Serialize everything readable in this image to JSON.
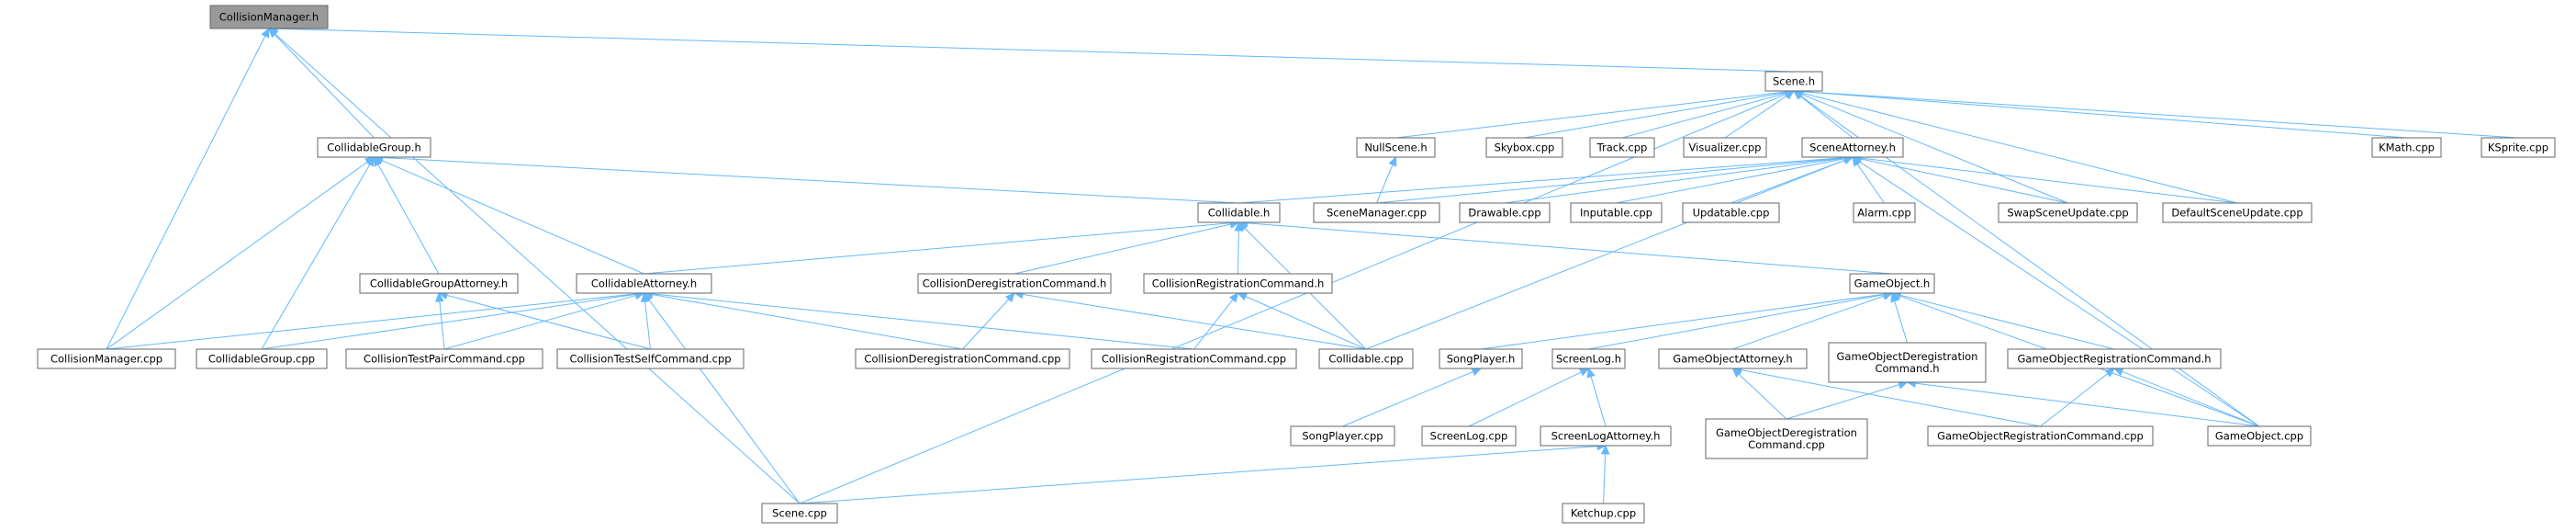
{
  "diagram": {
    "nodes": [
      {
        "id": "collision_manager_h",
        "label": [
          "CollisionManager.h"
        ],
        "root": true
      },
      {
        "id": "scene_h",
        "label": [
          "Scene.h"
        ]
      },
      {
        "id": "collidablegroup_h",
        "label": [
          "CollidableGroup.h"
        ]
      },
      {
        "id": "nullscene_h",
        "label": [
          "NullScene.h"
        ]
      },
      {
        "id": "skybox_cpp",
        "label": [
          "Skybox.cpp"
        ]
      },
      {
        "id": "track_cpp",
        "label": [
          "Track.cpp"
        ]
      },
      {
        "id": "visualizer_cpp",
        "label": [
          "Visualizer.cpp"
        ]
      },
      {
        "id": "sceneattorney_h",
        "label": [
          "SceneAttorney.h"
        ]
      },
      {
        "id": "kmath_cpp",
        "label": [
          "KMath.cpp"
        ]
      },
      {
        "id": "ksprite_cpp",
        "label": [
          "KSprite.cpp"
        ]
      },
      {
        "id": "collidable_h",
        "label": [
          "Collidable.h"
        ]
      },
      {
        "id": "scenemanager_cpp",
        "label": [
          "SceneManager.cpp"
        ]
      },
      {
        "id": "drawable_cpp",
        "label": [
          "Drawable.cpp"
        ]
      },
      {
        "id": "inputable_cpp",
        "label": [
          "Inputable.cpp"
        ]
      },
      {
        "id": "updatable_cpp",
        "label": [
          "Updatable.cpp"
        ]
      },
      {
        "id": "alarm_cpp",
        "label": [
          "Alarm.cpp"
        ]
      },
      {
        "id": "swapsceneupdate_cpp",
        "label": [
          "SwapSceneUpdate.cpp"
        ]
      },
      {
        "id": "defaultsceneupdate_cpp",
        "label": [
          "DefaultSceneUpdate.cpp"
        ]
      },
      {
        "id": "collidablegroupattorney_h",
        "label": [
          "CollidableGroupAttorney.h"
        ]
      },
      {
        "id": "collidableattorney_h",
        "label": [
          "CollidableAttorney.h"
        ]
      },
      {
        "id": "collisionderegistrationcommand_h",
        "label": [
          "CollisionDeregistrationCommand.h"
        ]
      },
      {
        "id": "collisionregistrationcommand_h",
        "label": [
          "CollisionRegistrationCommand.h"
        ]
      },
      {
        "id": "gameobject_h",
        "label": [
          "GameObject.h"
        ]
      },
      {
        "id": "collisionmanager_cpp",
        "label": [
          "CollisionManager.cpp"
        ]
      },
      {
        "id": "collidablegroup_cpp",
        "label": [
          "CollidableGroup.cpp"
        ]
      },
      {
        "id": "collisiontestpaircommand_cpp",
        "label": [
          "CollisionTestPairCommand.cpp"
        ]
      },
      {
        "id": "collisiontestselfcommand_cpp",
        "label": [
          "CollisionTestSelfCommand.cpp"
        ]
      },
      {
        "id": "collisionderegistrationcommand_cpp",
        "label": [
          "CollisionDeregistrationCommand.cpp"
        ]
      },
      {
        "id": "collisionregistrationcommand_cpp",
        "label": [
          "CollisionRegistrationCommand.cpp"
        ]
      },
      {
        "id": "collidable_cpp",
        "label": [
          "Collidable.cpp"
        ]
      },
      {
        "id": "songplayer_h",
        "label": [
          "SongPlayer.h"
        ]
      },
      {
        "id": "screenlog_h",
        "label": [
          "ScreenLog.h"
        ]
      },
      {
        "id": "gameobjectattorney_h",
        "label": [
          "GameObjectAttorney.h"
        ]
      },
      {
        "id": "gameobjectderegistrationcommand_h",
        "label": [
          "GameObjectDeregistration",
          "Command.h"
        ]
      },
      {
        "id": "gameobjectregistrationcommand_h",
        "label": [
          "GameObjectRegistrationCommand.h"
        ]
      },
      {
        "id": "songplayer_cpp",
        "label": [
          "SongPlayer.cpp"
        ]
      },
      {
        "id": "screenlog_cpp",
        "label": [
          "ScreenLog.cpp"
        ]
      },
      {
        "id": "screenlogattorney_h",
        "label": [
          "ScreenLogAttorney.h"
        ]
      },
      {
        "id": "gameobjectderegistrationcommand_cpp",
        "label": [
          "GameObjectDeregistration",
          "Command.cpp"
        ]
      },
      {
        "id": "gameobjectregistrationcommand_cpp",
        "label": [
          "GameObjectRegistrationCommand.cpp"
        ]
      },
      {
        "id": "gameobject_cpp",
        "label": [
          "GameObject.cpp"
        ]
      },
      {
        "id": "scene_cpp",
        "label": [
          "Scene.cpp"
        ]
      },
      {
        "id": "ketchup_cpp",
        "label": [
          "Ketchup.cpp"
        ]
      }
    ],
    "edges": [
      {
        "from": "scene_h",
        "to": "collision_manager_h"
      },
      {
        "from": "collidablegroup_h",
        "to": "collision_manager_h"
      },
      {
        "from": "collisionmanager_cpp",
        "to": "collision_manager_h"
      },
      {
        "from": "scene_cpp",
        "to": "collision_manager_h"
      },
      {
        "from": "nullscene_h",
        "to": "scene_h"
      },
      {
        "from": "skybox_cpp",
        "to": "scene_h"
      },
      {
        "from": "track_cpp",
        "to": "scene_h"
      },
      {
        "from": "visualizer_cpp",
        "to": "scene_h"
      },
      {
        "from": "sceneattorney_h",
        "to": "scene_h"
      },
      {
        "from": "kmath_cpp",
        "to": "scene_h"
      },
      {
        "from": "ksprite_cpp",
        "to": "scene_h"
      },
      {
        "from": "swapsceneupdate_cpp",
        "to": "scene_h"
      },
      {
        "from": "defaultsceneupdate_cpp",
        "to": "scene_h"
      },
      {
        "from": "gameobject_cpp",
        "to": "scene_h"
      },
      {
        "from": "scene_cpp",
        "to": "scene_h"
      },
      {
        "from": "collidable_h",
        "to": "collidablegroup_h"
      },
      {
        "from": "collidablegroupattorney_h",
        "to": "collidablegroup_h"
      },
      {
        "from": "collidableattorney_h",
        "to": "collidablegroup_h"
      },
      {
        "from": "collisionmanager_cpp",
        "to": "collidablegroup_h"
      },
      {
        "from": "collidablegroup_cpp",
        "to": "collidablegroup_h"
      },
      {
        "from": "scenemanager_cpp",
        "to": "nullscene_h"
      },
      {
        "from": "collidable_h",
        "to": "sceneattorney_h"
      },
      {
        "from": "scenemanager_cpp",
        "to": "sceneattorney_h"
      },
      {
        "from": "drawable_cpp",
        "to": "sceneattorney_h"
      },
      {
        "from": "inputable_cpp",
        "to": "sceneattorney_h"
      },
      {
        "from": "updatable_cpp",
        "to": "sceneattorney_h"
      },
      {
        "from": "alarm_cpp",
        "to": "sceneattorney_h"
      },
      {
        "from": "swapsceneupdate_cpp",
        "to": "sceneattorney_h"
      },
      {
        "from": "defaultsceneupdate_cpp",
        "to": "sceneattorney_h"
      },
      {
        "from": "collidable_cpp",
        "to": "sceneattorney_h"
      },
      {
        "from": "gameobject_cpp",
        "to": "sceneattorney_h"
      },
      {
        "from": "collidableattorney_h",
        "to": "collidable_h"
      },
      {
        "from": "collisionderegistrationcommand_h",
        "to": "collidable_h"
      },
      {
        "from": "collisionregistrationcommand_h",
        "to": "collidable_h"
      },
      {
        "from": "gameobject_h",
        "to": "collidable_h"
      },
      {
        "from": "collidable_cpp",
        "to": "collidable_h"
      },
      {
        "from": "collisionmanager_cpp",
        "to": "collidableattorney_h"
      },
      {
        "from": "collidablegroup_cpp",
        "to": "collidableattorney_h"
      },
      {
        "from": "collisiontestpaircommand_cpp",
        "to": "collidableattorney_h"
      },
      {
        "from": "collisiontestselfcommand_cpp",
        "to": "collidableattorney_h"
      },
      {
        "from": "collisionderegistrationcommand_cpp",
        "to": "collidableattorney_h"
      },
      {
        "from": "collisionregistrationcommand_cpp",
        "to": "collidableattorney_h"
      },
      {
        "from": "scene_cpp",
        "to": "collidableattorney_h"
      },
      {
        "from": "collisiontestpaircommand_cpp",
        "to": "collidablegroupattorney_h"
      },
      {
        "from": "collisiontestselfcommand_cpp",
        "to": "collidablegroupattorney_h"
      },
      {
        "from": "collisionderegistrationcommand_cpp",
        "to": "collisionderegistrationcommand_h"
      },
      {
        "from": "collidable_cpp",
        "to": "collisionderegistrationcommand_h"
      },
      {
        "from": "collisionregistrationcommand_cpp",
        "to": "collisionregistrationcommand_h"
      },
      {
        "from": "collidable_cpp",
        "to": "collisionregistrationcommand_h"
      },
      {
        "from": "songplayer_h",
        "to": "gameobject_h"
      },
      {
        "from": "screenlog_h",
        "to": "gameobject_h"
      },
      {
        "from": "gameobjectattorney_h",
        "to": "gameobject_h"
      },
      {
        "from": "gameobjectderegistrationcommand_h",
        "to": "gameobject_h"
      },
      {
        "from": "gameobjectregistrationcommand_h",
        "to": "gameobject_h"
      },
      {
        "from": "gameobject_cpp",
        "to": "gameobject_h"
      },
      {
        "from": "songplayer_cpp",
        "to": "songplayer_h"
      },
      {
        "from": "screenlog_cpp",
        "to": "screenlog_h"
      },
      {
        "from": "screenlogattorney_h",
        "to": "screenlog_h"
      },
      {
        "from": "scene_cpp",
        "to": "screenlogattorney_h"
      },
      {
        "from": "ketchup_cpp",
        "to": "screenlogattorney_h"
      },
      {
        "from": "gameobjectderegistrationcommand_cpp",
        "to": "gameobjectattorney_h"
      },
      {
        "from": "gameobjectregistrationcommand_cpp",
        "to": "gameobjectattorney_h"
      },
      {
        "from": "gameobjectderegistrationcommand_cpp",
        "to": "gameobjectderegistrationcommand_h"
      },
      {
        "from": "gameobject_cpp",
        "to": "gameobjectderegistrationcommand_h"
      },
      {
        "from": "gameobjectregistrationcommand_cpp",
        "to": "gameobjectregistrationcommand_h"
      },
      {
        "from": "gameobject_cpp",
        "to": "gameobjectregistrationcommand_h"
      }
    ]
  }
}
